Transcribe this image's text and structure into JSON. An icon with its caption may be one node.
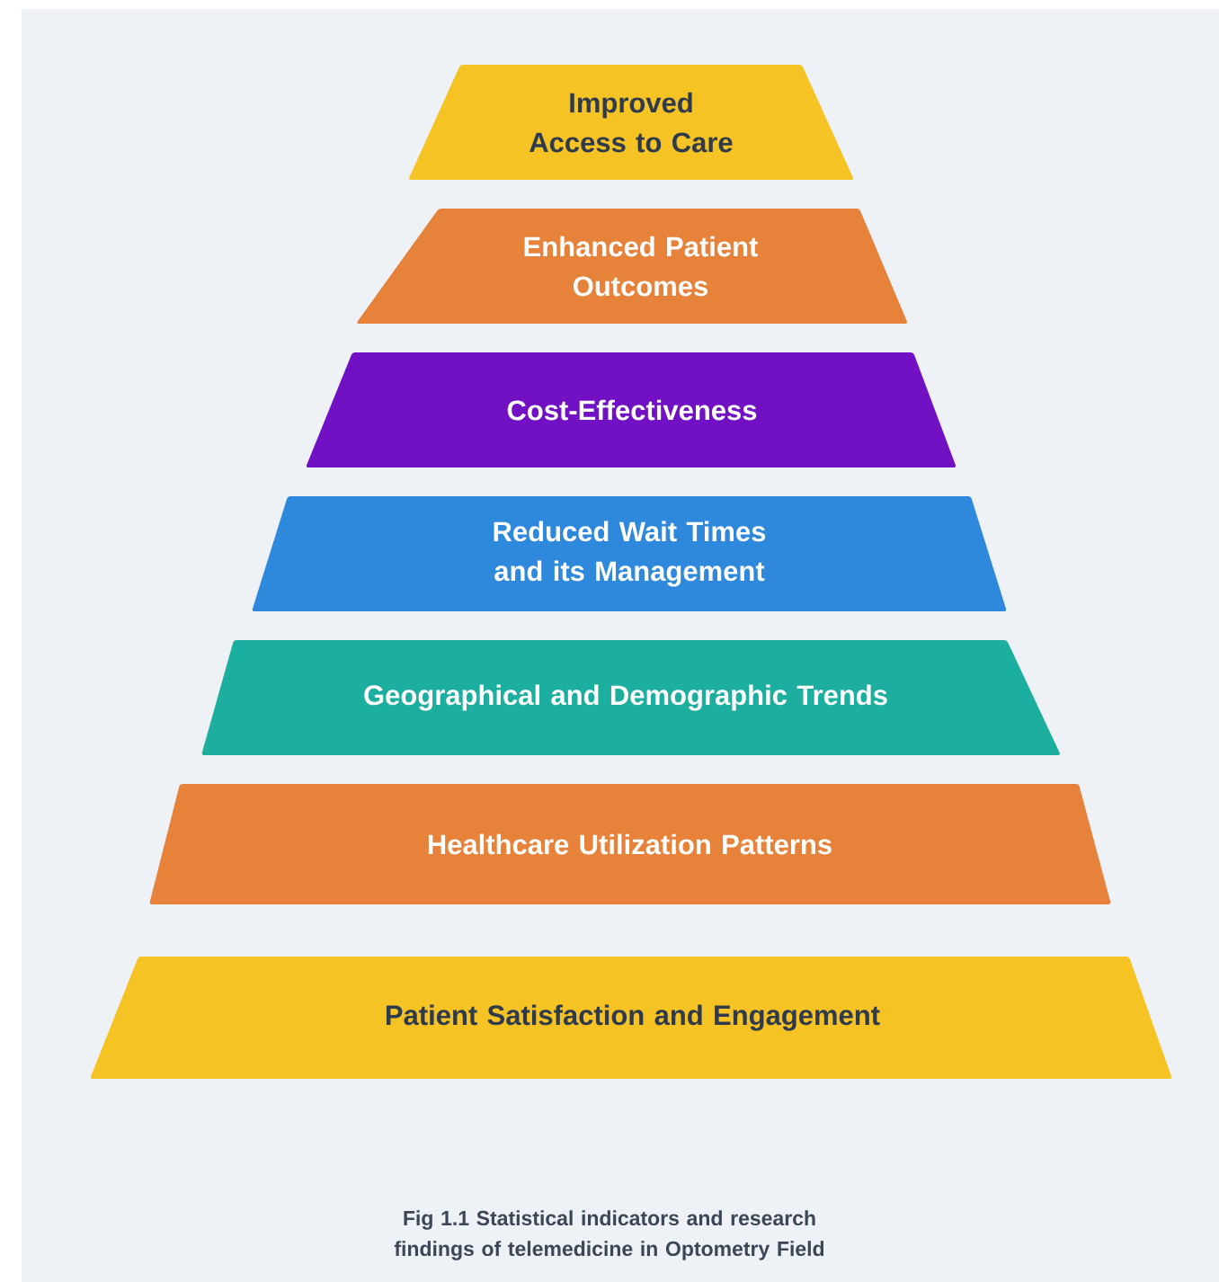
{
  "diagram": {
    "caption": "Fig 1.1 Statistical indicators and research findings of telemedicine in Optometry Field",
    "nodes": [
      {
        "text": [
          "Improved Access to Care"
        ]
      },
      {
        "text": [
          "Enhanced Patient Outcomes"
        ]
      },
      {
        "text": [
          "Cost-Effectiveness"
        ]
      },
      {
        "text": [
          "Reduced Wait Times and its Management"
        ]
      },
      {
        "text": [
          "Geographical and Demographic Trends"
        ]
      },
      {
        "text": [
          "Healthcare Utilization Patterns"
        ]
      },
      {
        "text": [
          "Patient Satisfaction and Engagement"
        ]
      }
    ]
  }
}
